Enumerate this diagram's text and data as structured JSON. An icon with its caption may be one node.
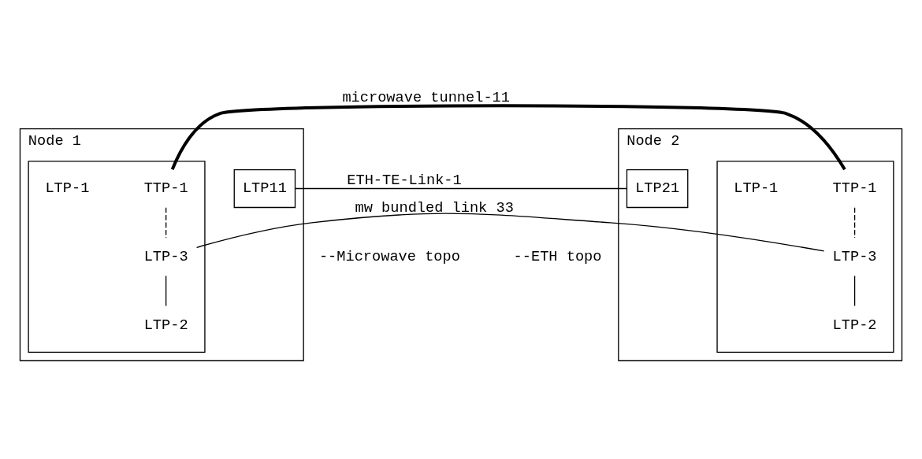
{
  "diagram": {
    "nodes": [
      {
        "text": [
          "Node 1"
        ]
      },
      {
        "text": [
          "LTP11"
        ],
        "in": 0
      },
      {
        "text": [],
        "shape": "box",
        "in": 0
      },
      {
        "text": [
          "TTP-1"
        ],
        "in": 2
      },
      {
        "text": [
          "LTP-3"
        ],
        "in": 2
      },
      {
        "text": [
          "LTP-2"
        ],
        "in": 2
      },
      {
        "text": [
          "LTP-1"
        ],
        "in": 2
      },
      {
        "text": [
          "Node 2"
        ]
      },
      {
        "text": [
          "LTP21"
        ],
        "in": 7
      },
      {
        "text": [],
        "shape": "box",
        "in": 7
      },
      {
        "text": [
          "TTP-1"
        ],
        "in": 9
      },
      {
        "text": [
          "LTP-3"
        ],
        "in": 9
      },
      {
        "text": [
          "LTP-2"
        ],
        "in": 9
      },
      {
        "text": [
          "LTP-1"
        ],
        "in": 9
      }
    ],
    "edges": [
      {
        "from": 1,
        "to": 8,
        "arrow": "none",
        "label": "ETH-TE-Link-1"
      },
      {
        "from": 3,
        "to": 10,
        "arrow": "none",
        "label": "microwave tunnel-11",
        "style": "thick"
      },
      {
        "from": 3,
        "to": 4,
        "arrow": "none",
        "style": "dashed"
      },
      {
        "from": 10,
        "to": 11,
        "arrow": "none",
        "style": "dashed"
      },
      {
        "from": 4,
        "to": 11,
        "arrow": "none",
        "label": "mw bundled link 33"
      },
      {
        "from": 4,
        "to": 5,
        "arrow": "none"
      },
      {
        "from": 11,
        "to": 12,
        "arrow": "none"
      }
    ],
    "labels": [
      "--ETH topo",
      "--Microwave topo"
    ]
  }
}
